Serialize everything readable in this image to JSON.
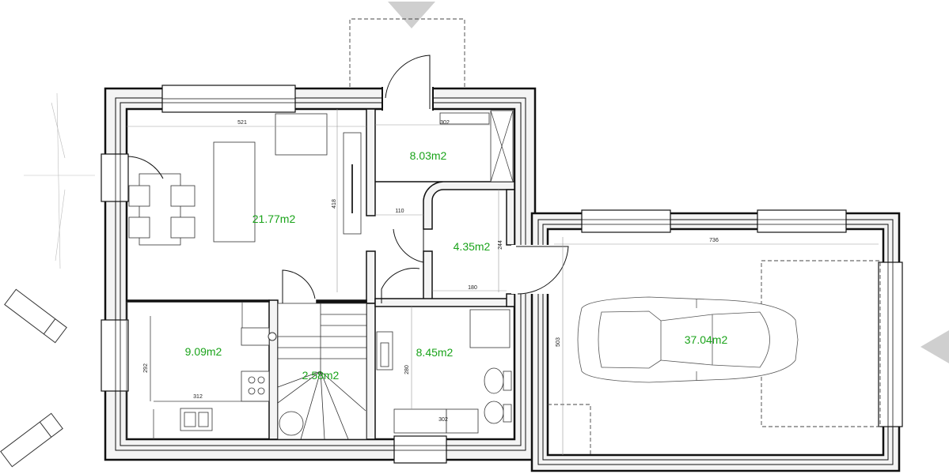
{
  "rooms": [
    {
      "id": "living",
      "area": "21.77m2"
    },
    {
      "id": "bedroom-top",
      "area": "8.03m2"
    },
    {
      "id": "hall-small",
      "area": "4.35m2"
    },
    {
      "id": "kitchen",
      "area": "9.09m2"
    },
    {
      "id": "stair",
      "area": "2.58m2"
    },
    {
      "id": "bathroom",
      "area": "8.45m2"
    },
    {
      "id": "garage",
      "area": "37.04m2"
    }
  ],
  "dimensions": {
    "living_width": "521",
    "top_right": "302",
    "living_height": "418",
    "hall_width": "110",
    "hall_height": "244",
    "hall_bottom": "180",
    "kitchen_height": "292",
    "kitchen_width": "312",
    "bath_height": "280",
    "bath_width": "302",
    "garage_width": "736",
    "garage_height": "503"
  },
  "colors": {
    "area_label": "#1aa31a",
    "wall": "#111111",
    "wall_fill": "#f2f2f2"
  }
}
